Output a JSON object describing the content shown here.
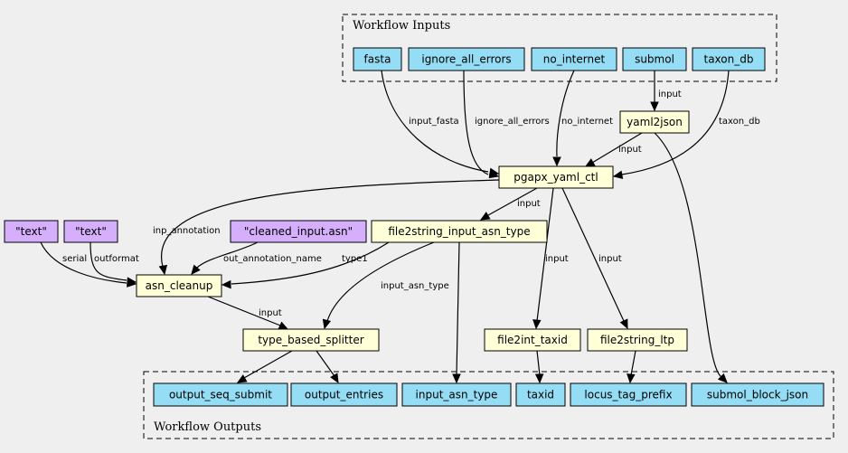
{
  "clusters": {
    "inputs": {
      "label": "Workflow Inputs"
    },
    "outputs": {
      "label": "Workflow Outputs"
    }
  },
  "colors": {
    "input_node": "#94ddf4",
    "step_node": "#ffffd8",
    "constant_node": "#d5aefc"
  },
  "nodes": {
    "fasta": "fasta",
    "ignore_all_errors": "ignore_all_errors",
    "no_internet": "no_internet",
    "submol": "submol",
    "taxon_db": "taxon_db",
    "yaml2json": "yaml2json",
    "pgapx_yaml_ctl": "pgapx_yaml_ctl",
    "text1": "\"text\"",
    "text2": "\"text\"",
    "cleaned_input": "\"cleaned_input.asn\"",
    "file2string_input_asn_type": "file2string_input_asn_type",
    "asn_cleanup": "asn_cleanup",
    "type_based_splitter": "type_based_splitter",
    "file2int_taxid": "file2int_taxid",
    "file2string_ltp": "file2string_ltp",
    "output_seq_submit": "output_seq_submit",
    "output_entries": "output_entries",
    "input_asn_type": "input_asn_type",
    "taxid": "taxid",
    "locus_tag_prefix": "locus_tag_prefix",
    "submol_block_json": "submol_block_json"
  },
  "edge_labels": {
    "submol_yaml2json": "input",
    "fasta_pgapx": "input_fasta",
    "ignore_pgapx": "ignore_all_errors",
    "nointernet_pgapx": "no_internet",
    "taxondb_pgapx": "taxon_db",
    "yaml2json_pgapx": "input",
    "pgapx_file2string": "input",
    "pgapx_asncleanup": "inp_annotation",
    "text1_asncleanup": "serial",
    "text2_asncleanup": "outformat",
    "cleaned_asncleanup": "out_annotation_name",
    "file2string_asncleanup": "type1",
    "file2string_splitter": "input_asn_type",
    "asncleanup_splitter": "input",
    "pgapx_file2int": "input",
    "pgapx_ltp": "input"
  }
}
